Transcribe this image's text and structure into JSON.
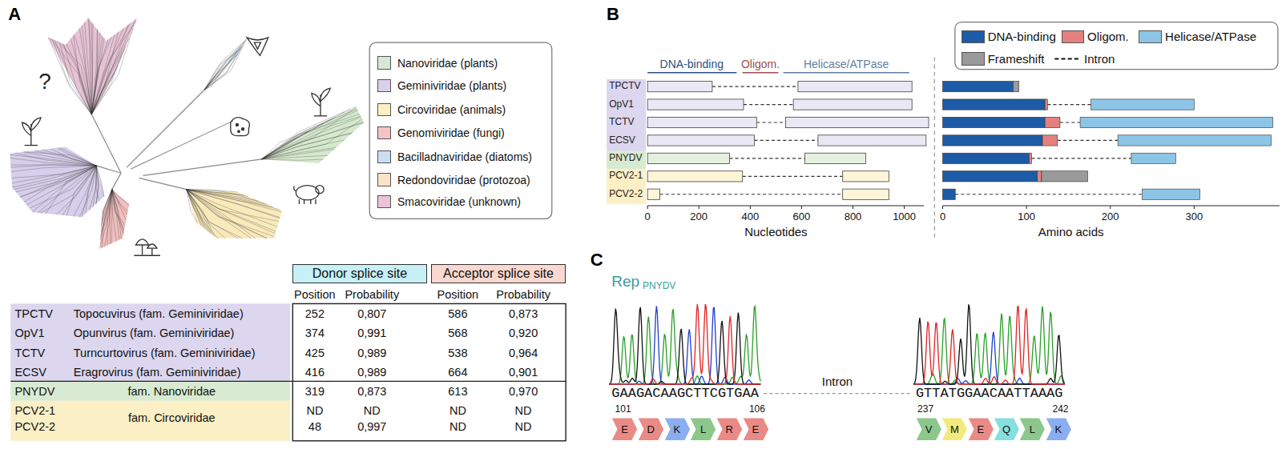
{
  "diagram": {
    "nodes": [
      {
        "text": [
          "Donor splice site"
        ]
      },
      {
        "text": [
          "Acceptor splice site"
        ]
      },
      {
        "text": [
          "E"
        ]
      },
      {
        "text": [
          "D"
        ]
      },
      {
        "text": [
          "K"
        ]
      },
      {
        "text": [
          "L"
        ]
      },
      {
        "text": [
          "R"
        ]
      },
      {
        "text": [
          "E"
        ]
      },
      {
        "text": [
          "V"
        ]
      },
      {
        "text": [
          "M"
        ]
      },
      {
        "text": [
          "E"
        ]
      },
      {
        "text": [
          "Q"
        ]
      },
      {
        "text": [
          "L"
        ]
      },
      {
        "text": [
          "K"
        ]
      }
    ],
    "labels": [
      "A",
      "?",
      "B",
      "DNA-binding",
      "Oligom.",
      "Helicase/ATPase",
      "TPCTV",
      "OpV1",
      "TCTV",
      "ECSV",
      "PNYDV",
      "PCV2-1",
      "PCV2-2",
      "0",
      "200",
      "400",
      "600",
      "800",
      "1000",
      "Nucleotides",
      "0",
      "100",
      "200",
      "300",
      "Amino acids",
      "Position",
      "Probability",
      "Position",
      "Probability",
      "TPCTV",
      "Topocuvirus (fam. Geminiviridae)",
      "OpV1",
      "Opunvirus (fam. Geminiviridae)",
      "TCTV",
      "Turncurtovirus (fam. Geminiviridae)",
      "ECSV",
      "Eragrovirus (fam. Geminiviridae)",
      "PNYDV",
      "fam. Nanoviridae",
      "PCV2-1",
      "PCV2-2",
      "fam. Circoviridae",
      "252",
      "0,807",
      "586",
      "0,873",
      "374",
      "0,991",
      "568",
      "0,920",
      "425",
      "0,989",
      "538",
      "0,964",
      "416",
      "0,989",
      "664",
      "0,901",
      "319",
      "0,873",
      "613",
      "0,970",
      "ND",
      "ND",
      "ND",
      "ND",
      "48",
      "0,997",
      "ND",
      "ND",
      "C",
      "Rep",
      "PNYDV",
      "GAAGACAAGCTTCGTGAA",
      "Intron",
      "GTTATGGAACAATTAAAG",
      "101",
      "106",
      "237",
      "242"
    ],
    "legend": [
      {
        "text": "Nanoviridae (plants)",
        "color": "#d5ead0"
      },
      {
        "text": "Geminiviridae (plants)",
        "color": "#d9d0ea"
      },
      {
        "text": "Circoviridae (animals)",
        "color": "#fbefc5"
      },
      {
        "text": "Genomiviridae (fungi)",
        "color": "#f4c4c4"
      },
      {
        "text": "Bacilladnaviridae (diatoms)",
        "color": "#c9def0"
      },
      {
        "text": "Redondoviridae (protozoa)",
        "color": "#fbe3c8"
      },
      {
        "text": "Smacoviridae (unknown)",
        "color": "#e8c4d4"
      },
      {
        "text": "DNA-binding",
        "color": "#1d5ba6"
      },
      {
        "text": "Oligom.",
        "color": "#e48080"
      },
      {
        "text": "Helicase/ATPase",
        "color": "#8cc5e6"
      },
      {
        "text": "Frameshift",
        "color": "#9a9a9a"
      },
      {
        "text": "Intron"
      }
    ]
  }
}
